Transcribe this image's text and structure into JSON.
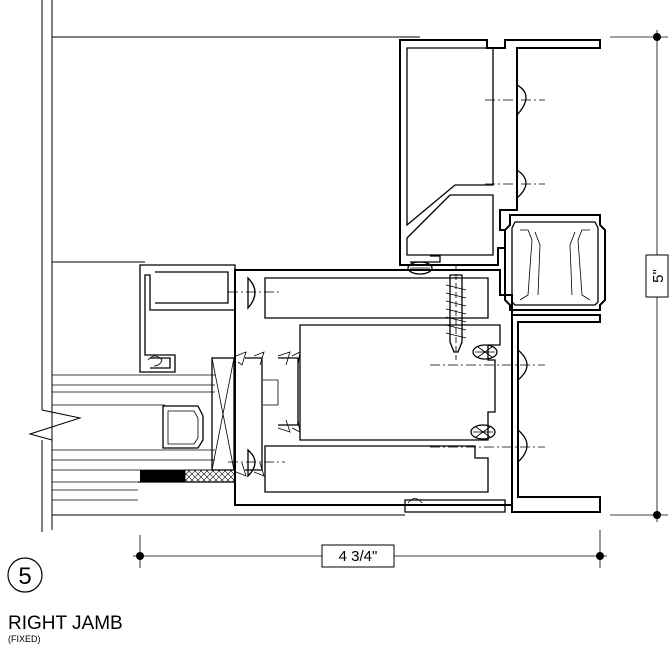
{
  "detail": {
    "number": "5",
    "title": "RIGHT JAMB",
    "subtitle": "(FIXED)"
  },
  "dimensions": {
    "width_label": "4 3/4\"",
    "height_label": "5\""
  }
}
